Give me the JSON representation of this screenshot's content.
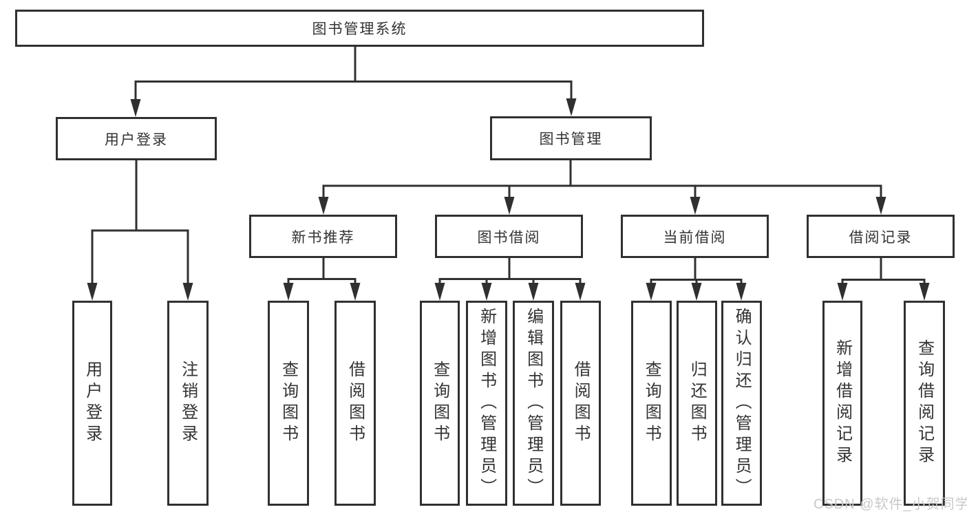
{
  "title": "图书管理系统",
  "colors": {
    "line": "#303030",
    "box_border": "#303030",
    "text": "#333333",
    "background": "#ffffff",
    "watermark": "#c9c9c9"
  },
  "nodes": {
    "root": "图书管理系统",
    "level2": {
      "user_login": "用户登录",
      "book_management": "图书管理"
    },
    "user_login_children": [
      "用户登录",
      "注销登录"
    ],
    "book_management_children": [
      "新书推荐",
      "图书借阅",
      "当前借阅",
      "借阅记录"
    ],
    "new_book_recommend_children": [
      "查询图书",
      "借阅图书"
    ],
    "book_borrow_children": [
      "查询图书",
      "新增图书（管理员）",
      "编辑图书（管理员）",
      "借阅图书"
    ],
    "current_borrow_children": [
      "查询图书",
      "归还图书",
      "确认归还（管理员）"
    ],
    "borrow_record_children": [
      "新增借阅记录",
      "查询借阅记录"
    ]
  },
  "watermark": "CSDN @软件_小贺同学"
}
